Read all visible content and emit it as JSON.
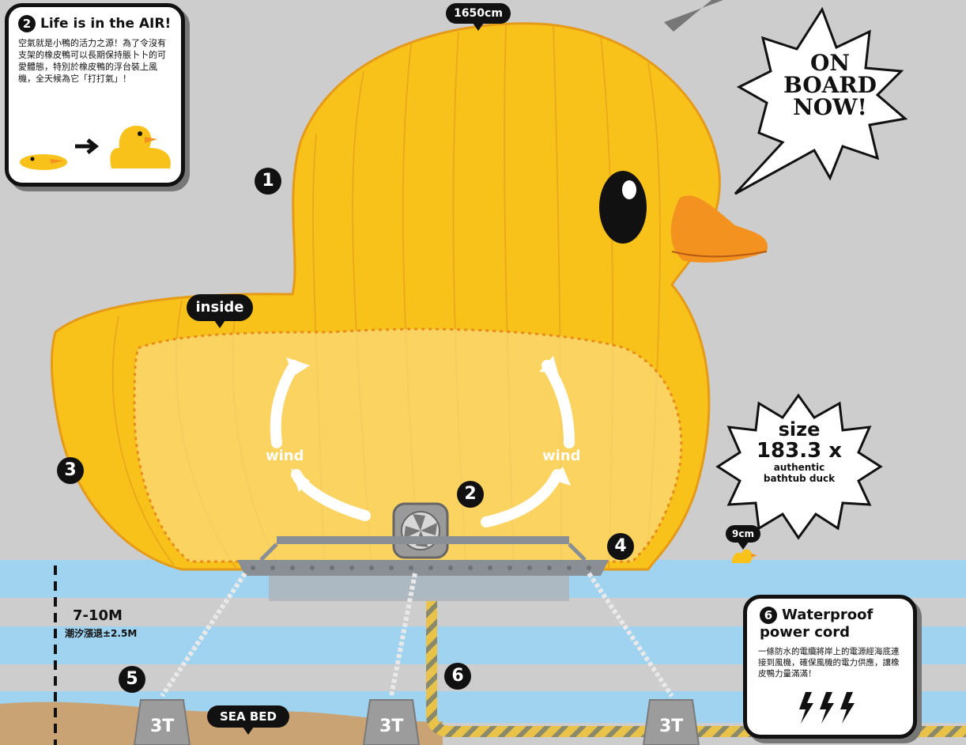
{
  "header": {
    "height_label": "1650cm"
  },
  "duck": {
    "inside_label": "inside",
    "wind_left": "wind",
    "wind_right": "wind",
    "body_color": "#f8c21a",
    "beak_color": "#f4921f",
    "eye_color": "#111111"
  },
  "callout_numbers": [
    "1",
    "2",
    "3",
    "4",
    "5",
    "6"
  ],
  "info_card_air": {
    "number": "2",
    "title": "Life is in the AIR!",
    "body": "空氣就是小鴨的活力之源！為了令沒有支架的橡皮鴨可以長期保持脹卜卜的可愛體態，特別於橡皮鴨的浮台裝上風機，全天候為它「打打氣」！"
  },
  "speech_bubble": {
    "line1": "ON",
    "line2": "BOARD",
    "line3": "NOW!"
  },
  "size_burst": {
    "word": "size",
    "value": "183.3 x",
    "caption_line1": "authentic",
    "caption_line2": "bathtub duck",
    "small_duck_label": "9cm"
  },
  "water": {
    "depth_value": "7-10M",
    "tide_note": "潮汐漲退±2.5M",
    "seabed_label": "SEA BED",
    "anchor_weight": "3T",
    "water_color": "#9fd3f0"
  },
  "info_card_cord": {
    "number": "6",
    "title_line1": "Waterproof",
    "title_line2": "power cord",
    "body": "一條防水的電纜將岸上的電源經海底連接到風機，確保風機的電力供應，讓橡皮鴨力量滿滿！",
    "icon": "lightning-bolt-icon"
  }
}
